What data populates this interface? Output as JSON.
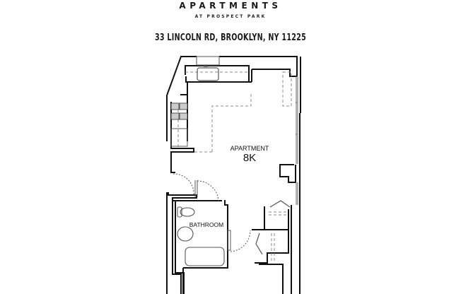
{
  "header": {
    "brand_name": "APARTMENTS",
    "brand_subtitle": "AT PROSPECT PARK",
    "address": "33 LINCOLN RD, BROOKLYN, NY 11225"
  },
  "floor_plan": {
    "unit_label": "APARTMENT",
    "unit_number": "8K",
    "rooms": [
      {
        "label": "BATHROOM"
      }
    ],
    "fixtures": [
      "kitchen-sink",
      "stove-burners",
      "refrigerator",
      "toilet",
      "bathroom-sink",
      "bathtub",
      "closet-doors",
      "entry-door",
      "bathroom-door",
      "windows"
    ]
  },
  "colors": {
    "background": "#ffffff",
    "wall": "#111111",
    "fixture": "#555555"
  }
}
